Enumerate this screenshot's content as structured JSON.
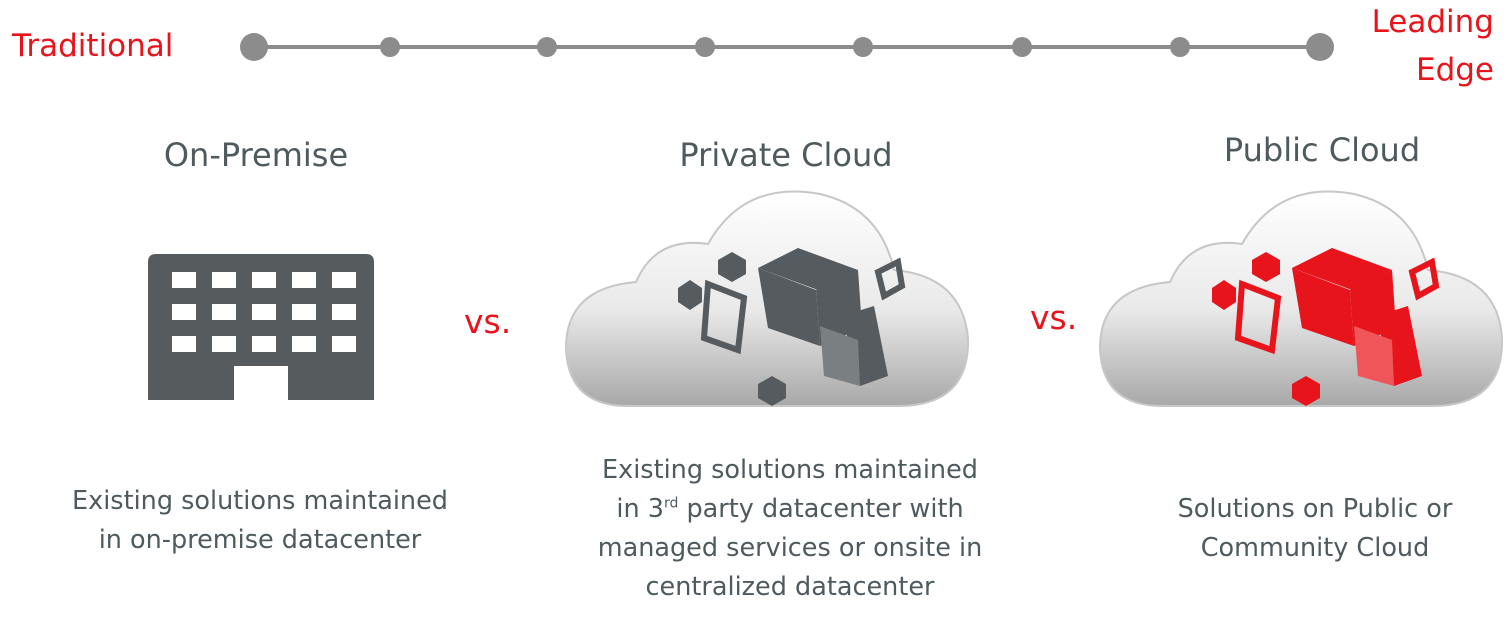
{
  "scale": {
    "left_label": "Traditional",
    "right_label_line1": "Leading",
    "right_label_line2": "Edge",
    "dot_count": 8
  },
  "columns": [
    {
      "heading": "On-Premise",
      "icon": "building-icon",
      "description_lines": [
        "Existing solutions maintained",
        "in on-premise datacenter"
      ]
    },
    {
      "heading": "Private Cloud",
      "icon": "cloud-icon",
      "description_lines": [
        "Existing solutions maintained",
        "in 3",
        "rd",
        " party datacenter with",
        "managed services or onsite in",
        "centralized datacenter"
      ]
    },
    {
      "heading": "Public Cloud",
      "icon": "cloud-icon",
      "description_lines": [
        "Solutions on Public or",
        "Community Cloud"
      ]
    }
  ],
  "separators": [
    "vs.",
    "vs."
  ],
  "colors": {
    "accent_red": "#e8141c",
    "text_gray": "#4f5a5e",
    "icon_gray": "#565b5d",
    "timeline_gray": "#8c8c8c"
  }
}
